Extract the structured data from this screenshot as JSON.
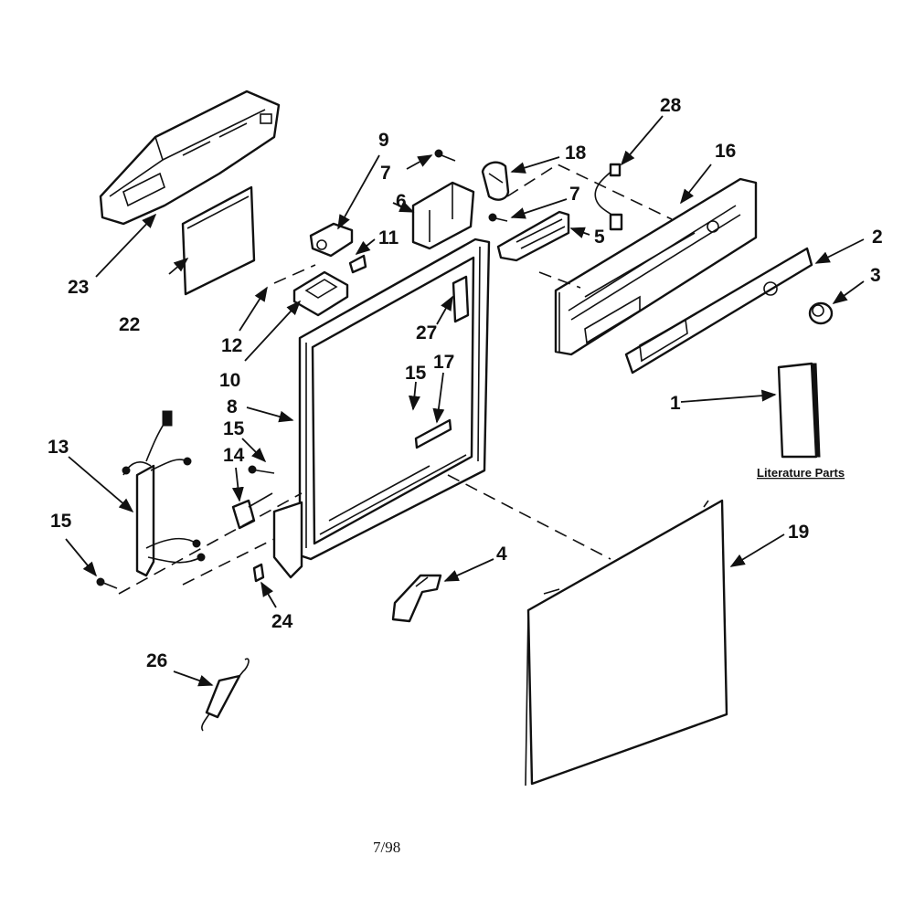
{
  "header_fragment": "",
  "footer_code": "7/98",
  "literature_caption": "Literature Parts",
  "labels": {
    "p1": "1",
    "p2": "2",
    "p3": "3",
    "p4": "4",
    "p5": "5",
    "p6": "6",
    "p7a": "7",
    "p7b": "7",
    "p8": "8",
    "p9": "9",
    "p10": "10",
    "p11": "11",
    "p12": "12",
    "p13": "13",
    "p14": "14",
    "p15a": "15",
    "p15b": "15",
    "p15c": "15",
    "p16": "16",
    "p17": "17",
    "p18": "18",
    "p19": "19",
    "p22": "22",
    "p23": "23",
    "p24": "24",
    "p26": "26",
    "p27": "27",
    "p28": "28"
  }
}
